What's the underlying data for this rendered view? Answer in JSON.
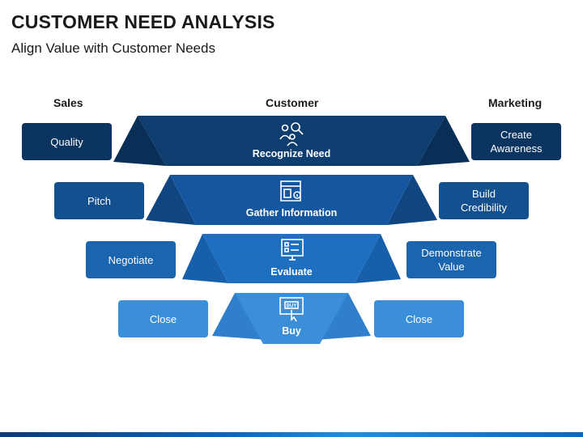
{
  "title": "CUSTOMER NEED ANALYSIS",
  "subtitle": "Align Value with Customer Needs",
  "columns": {
    "left": "Sales",
    "center": "Customer",
    "right": "Marketing"
  },
  "stages": [
    {
      "label": "Recognize Need",
      "sales": "Quality",
      "marketing": "Create Awareness",
      "icon": "people-search-icon",
      "color": "#0e3e70"
    },
    {
      "label": "Gather Information",
      "sales": "Pitch",
      "marketing": "Build Credibility",
      "icon": "store-info-icon",
      "color": "#1456a0"
    },
    {
      "label": "Evaluate",
      "sales": "Negotiate",
      "marketing": "Demonstrate Value",
      "icon": "checklist-monitor-icon",
      "color": "#1e6fc0"
    },
    {
      "label": "Buy",
      "sales": "Close",
      "marketing": "Close",
      "icon": "buy-button-icon",
      "color": "#3a8fd8"
    }
  ],
  "colors": {
    "box1": "#0b3461",
    "box2": "#144f8f",
    "box3": "#1b64ae",
    "box4": "#3a8fd8"
  }
}
